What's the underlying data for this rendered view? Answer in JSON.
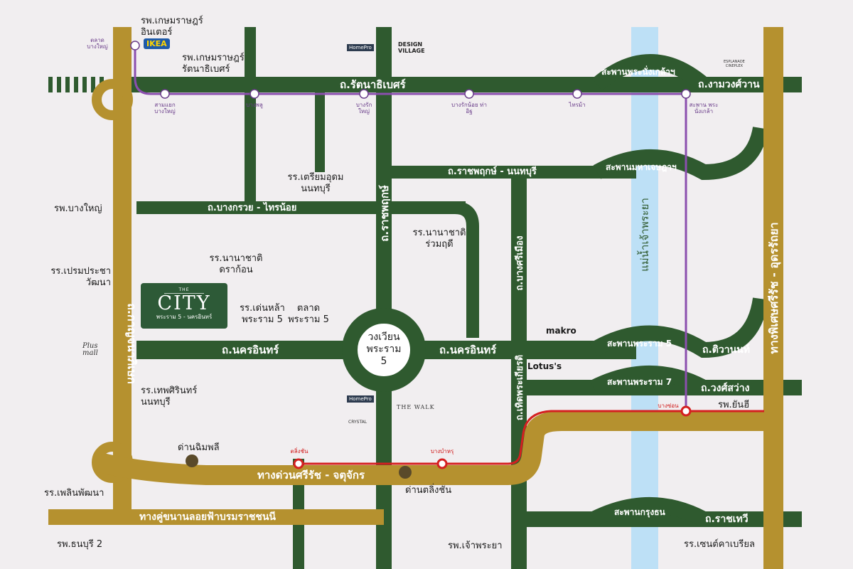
{
  "colors": {
    "background": "#f1eef0",
    "local_road": "#2f5a2f",
    "expressway": "#b5912f",
    "river": "#bde0f6",
    "mrt_purple": "#8b4fae",
    "red_line": "#d42020",
    "project_box": "#2d5a37"
  },
  "project": {
    "the": "THE",
    "name": "CITY",
    "subtitle": "พระราม 5 - นครอินทร์"
  },
  "roads": {
    "rattanathibet": "ถ.รัตนาธิเบศร์",
    "ratchaphruek_ew": "ถ.ราชพฤกษ์ - นนทบุรี",
    "bangkruai_sainoi": "ถ.บางกรวย - ไทรน้อย",
    "nakhon_in_w": "ถ.นครอินทร์",
    "nakhon_in_e": "ถ.นครอินทร์",
    "kanchanaphisek": "ถ.กาญจนาภิเษก",
    "ratchaphruek_ns": "ถ.ราชพฤกษ์",
    "bang_si_mueang": "ถ.บางศรีเมือง",
    "phra_kiat": "ถ.เทิดพระเกียรติ",
    "ngamwongwan": "ถ.งามวงศ์วาน",
    "tiwanon": "ถ.ติวานนท์",
    "wongsawang": "ถ.วงศ์สว่าง",
    "ratchawithi": "ถ.ราชเทวี",
    "si_rat_expressway": "ทางพิเศษศรีรัช - อุดรรัถยา",
    "si_rat_chatuchak": "ทางด่วนศรีรัช - จตุจักร",
    "borommaratchachonnani": "ทางคู่ขนานลอยฟ้าบรมราชชนนี",
    "bridge_nangklao": "สะพานพระนั่งเกล้าฯ",
    "bridge_maha_chesadabodin": "สะพานมหาเจษฎาฯ",
    "bridge_rama5": "สะพานพระราม 5",
    "bridge_rama7": "สะพานพระราม 7",
    "bridge_krungthon": "สะพานกรุงธน",
    "river": "แม่น้ำเจ้าพระยา",
    "roundabout_line1": "วงเวียน",
    "roundabout_line2": "พระราม",
    "roundabout_line3": "5"
  },
  "mrt_stations": [
    "ตลาด บางใหญ่",
    "สามแยก บางใหญ่",
    "บางพลู",
    "บางรักใหญ่",
    "บางรักน้อย ท่าอิฐ",
    "ไทรม้า",
    "สะพาน พระนั่งเกล้า"
  ],
  "red_stations": [
    "ตลิ่งชัน",
    "บางบำหรุ",
    "บางซ่อน"
  ],
  "tolls": [
    "ด่านฉิมพลี",
    "ด่านตลิ่งชัน"
  ],
  "places": {
    "kasemrad_inter_1": "รพ.เกษมราษฎร์",
    "kasemrad_inter_2": "อินเตอร์",
    "kasemrad_rat_1": "รพ.เกษมราษฎร์",
    "kasemrad_rat_2": "รัตนาธิเบศร์",
    "triam_1": "รร.เตรียมอุดม",
    "triam_2": "นนทบุรี",
    "bangyai_hosp": "รพ.บางใหญ่",
    "prem_1": "รร.เปรมประชา",
    "prem_2": "วัฒนา",
    "nana_ruamruedi_1": "รร.นานาชาติ",
    "nana_ruamruedi_2": "ร่วมฤดี",
    "nana_dragon_1": "รร.นานาชาติ",
    "nana_dragon_2": "ดราก้อน",
    "denla_1": "รร.เด่นหล้า",
    "denla_2": "พระราม 5",
    "talad_1": "ตลาด",
    "talad_2": "พระราม 5",
    "thepsirin_1": "รร.เทพศิรินทร์",
    "thepsirin_2": "นนทบุรี",
    "phelin_school": "รร.เพลินพัฒนา",
    "thonburi2": "รพ.ธนบุรี 2",
    "chaophraya_hosp": "รพ.เจ้าพระยา",
    "yanhee": "รพ.ยันฮี",
    "st_gabriel": "รร.เซนต์คาเบรียล"
  },
  "brands": {
    "ikea": "IKEA",
    "homepro": "HomePro",
    "design_village_1": "DESIGN",
    "design_village_2": "VILLAGE",
    "esplanade_1": "ESPLANADE",
    "esplanade_2": "CINEPLEX",
    "makro": "makro",
    "lotus": "Lotus's",
    "the_walk": "THE WALK",
    "crystal": "CRYSTAL",
    "plus_mall_1": "Plus",
    "plus_mall_2": "mall"
  }
}
